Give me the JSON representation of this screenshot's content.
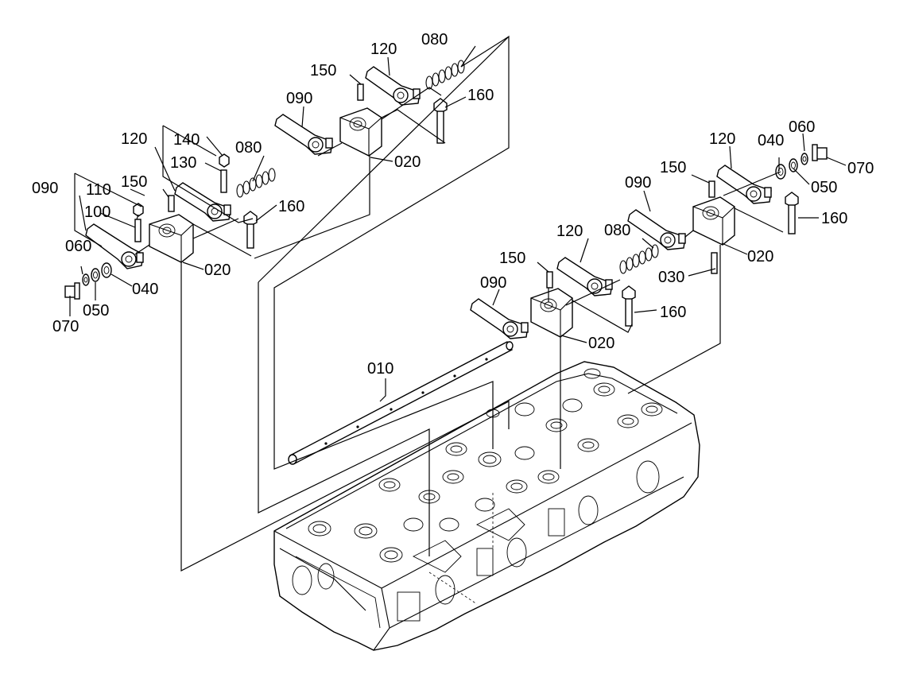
{
  "diagram": {
    "labels": {
      "l010": "010",
      "l020a": "020",
      "l020b": "020",
      "l020c": "020",
      "l020d": "020",
      "l030": "030",
      "l040a": "040",
      "l040b": "040",
      "l050a": "050",
      "l050b": "050",
      "l060a": "060",
      "l060b": "060",
      "l070a": "070",
      "l070b": "070",
      "l080a": "080",
      "l080b": "080",
      "l080c": "080",
      "l090a": "090",
      "l090b": "090",
      "l090c": "090",
      "l090d": "090",
      "l100": "100",
      "l110": "110",
      "l120a": "120",
      "l120b": "120",
      "l120c": "120",
      "l120d": "120",
      "l130": "130",
      "l140": "140",
      "l150a": "150",
      "l150b": "150",
      "l150c": "150",
      "l150d": "150",
      "l160a": "160",
      "l160b": "160",
      "l160c": "160",
      "l160d": "160"
    }
  }
}
